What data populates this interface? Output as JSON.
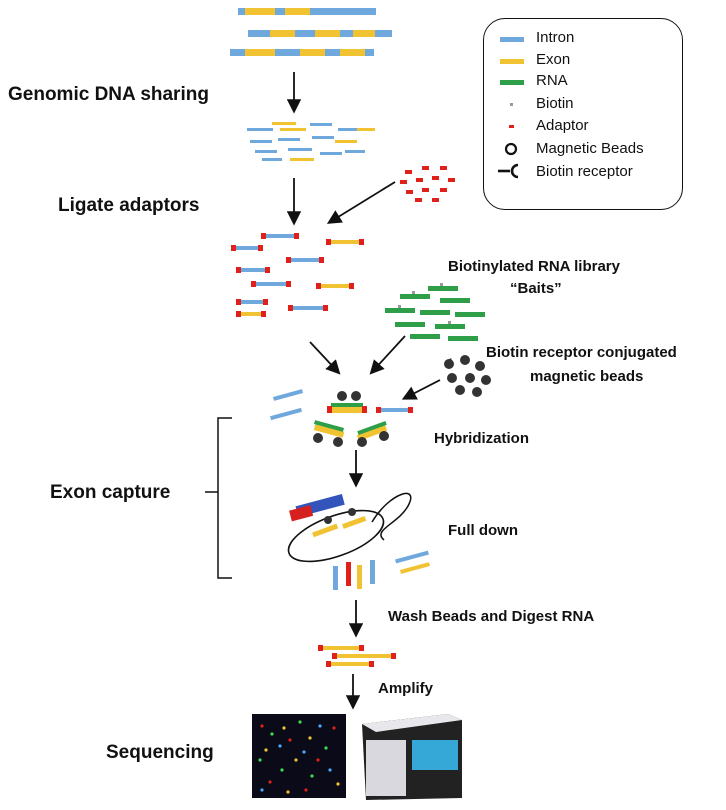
{
  "steps": {
    "genomic_dna": "Genomic DNA sharing",
    "ligate": "Ligate adaptors",
    "exon_capture": "Exon capture",
    "sequencing": "Sequencing"
  },
  "annotations": {
    "baits_line1": "Biotinylated RNA library",
    "baits_line2": "“Baits”",
    "beads_line1": "Biotin receptor conjugated",
    "beads_line2": "magnetic beads",
    "hybridization": "Hybridization",
    "pull_down": "Full down",
    "wash": "Wash Beads and Digest RNA",
    "amplify": "Amplify"
  },
  "legend": {
    "intron": "Intron",
    "exon": "Exon",
    "rna": "RNA",
    "biotin": "Biotin",
    "adaptor": "Adaptor",
    "magnetic_beads": "Magnetic Beads",
    "biotin_receptor": "Biotin receptor"
  },
  "colors": {
    "intron": "#6fa8dc",
    "exon": "#f1c232",
    "rna": "#2e9e48",
    "adaptor": "#e0201b",
    "bead": "#333333",
    "text": "#111111"
  }
}
